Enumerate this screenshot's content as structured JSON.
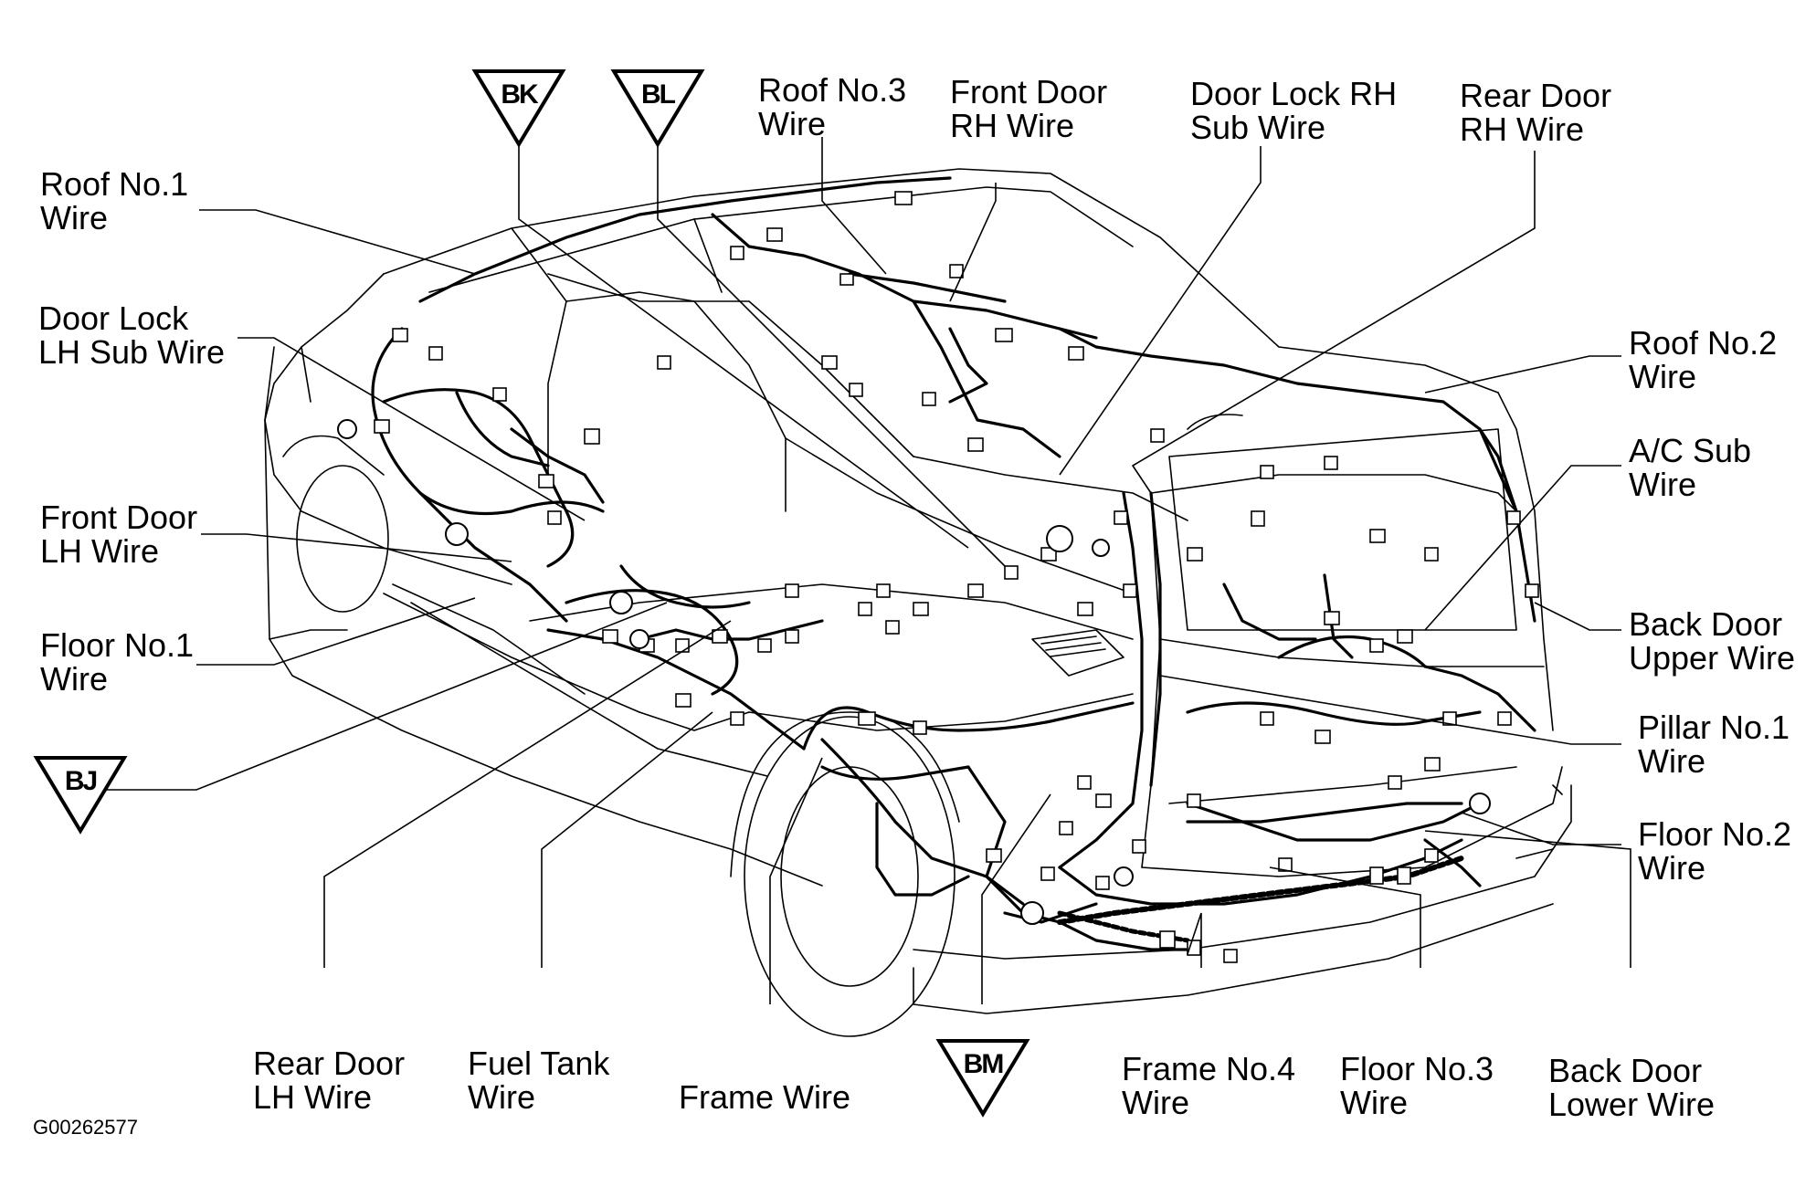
{
  "figure_id": "G00262577",
  "connectors": {
    "bk": "BK",
    "bl": "BL",
    "bj": "BJ",
    "bm": "BM"
  },
  "labels": {
    "roof_no3": [
      "Roof No.3",
      "Wire"
    ],
    "front_door_rh": [
      "Front Door",
      "RH Wire"
    ],
    "door_lock_rh_sub": [
      "Door Lock RH",
      "Sub Wire"
    ],
    "rear_door_rh": [
      "Rear Door",
      "RH Wire"
    ],
    "roof_no1": [
      "Roof No.1",
      "Wire"
    ],
    "door_lock_lh_sub": [
      "Door Lock",
      "LH Sub Wire"
    ],
    "front_door_lh": [
      "Front Door",
      "LH Wire"
    ],
    "floor_no1": [
      "Floor No.1",
      "Wire"
    ],
    "roof_no2": [
      "Roof No.2",
      "Wire"
    ],
    "ac_sub": [
      "A/C Sub",
      "Wire"
    ],
    "back_door_upper": [
      "Back Door",
      "Upper Wire"
    ],
    "pillar_no1": [
      "Pillar No.1",
      "Wire"
    ],
    "floor_no2": [
      "Floor No.2",
      "Wire"
    ],
    "rear_door_lh": [
      "Rear Door",
      "LH Wire"
    ],
    "fuel_tank": [
      "Fuel Tank",
      "Wire"
    ],
    "frame": [
      "Frame Wire"
    ],
    "frame_no4": [
      "Frame No.4",
      "Wire"
    ],
    "floor_no3": [
      "Floor No.3",
      "Wire"
    ],
    "back_door_lower": [
      "Back Door",
      "Lower Wire"
    ]
  }
}
